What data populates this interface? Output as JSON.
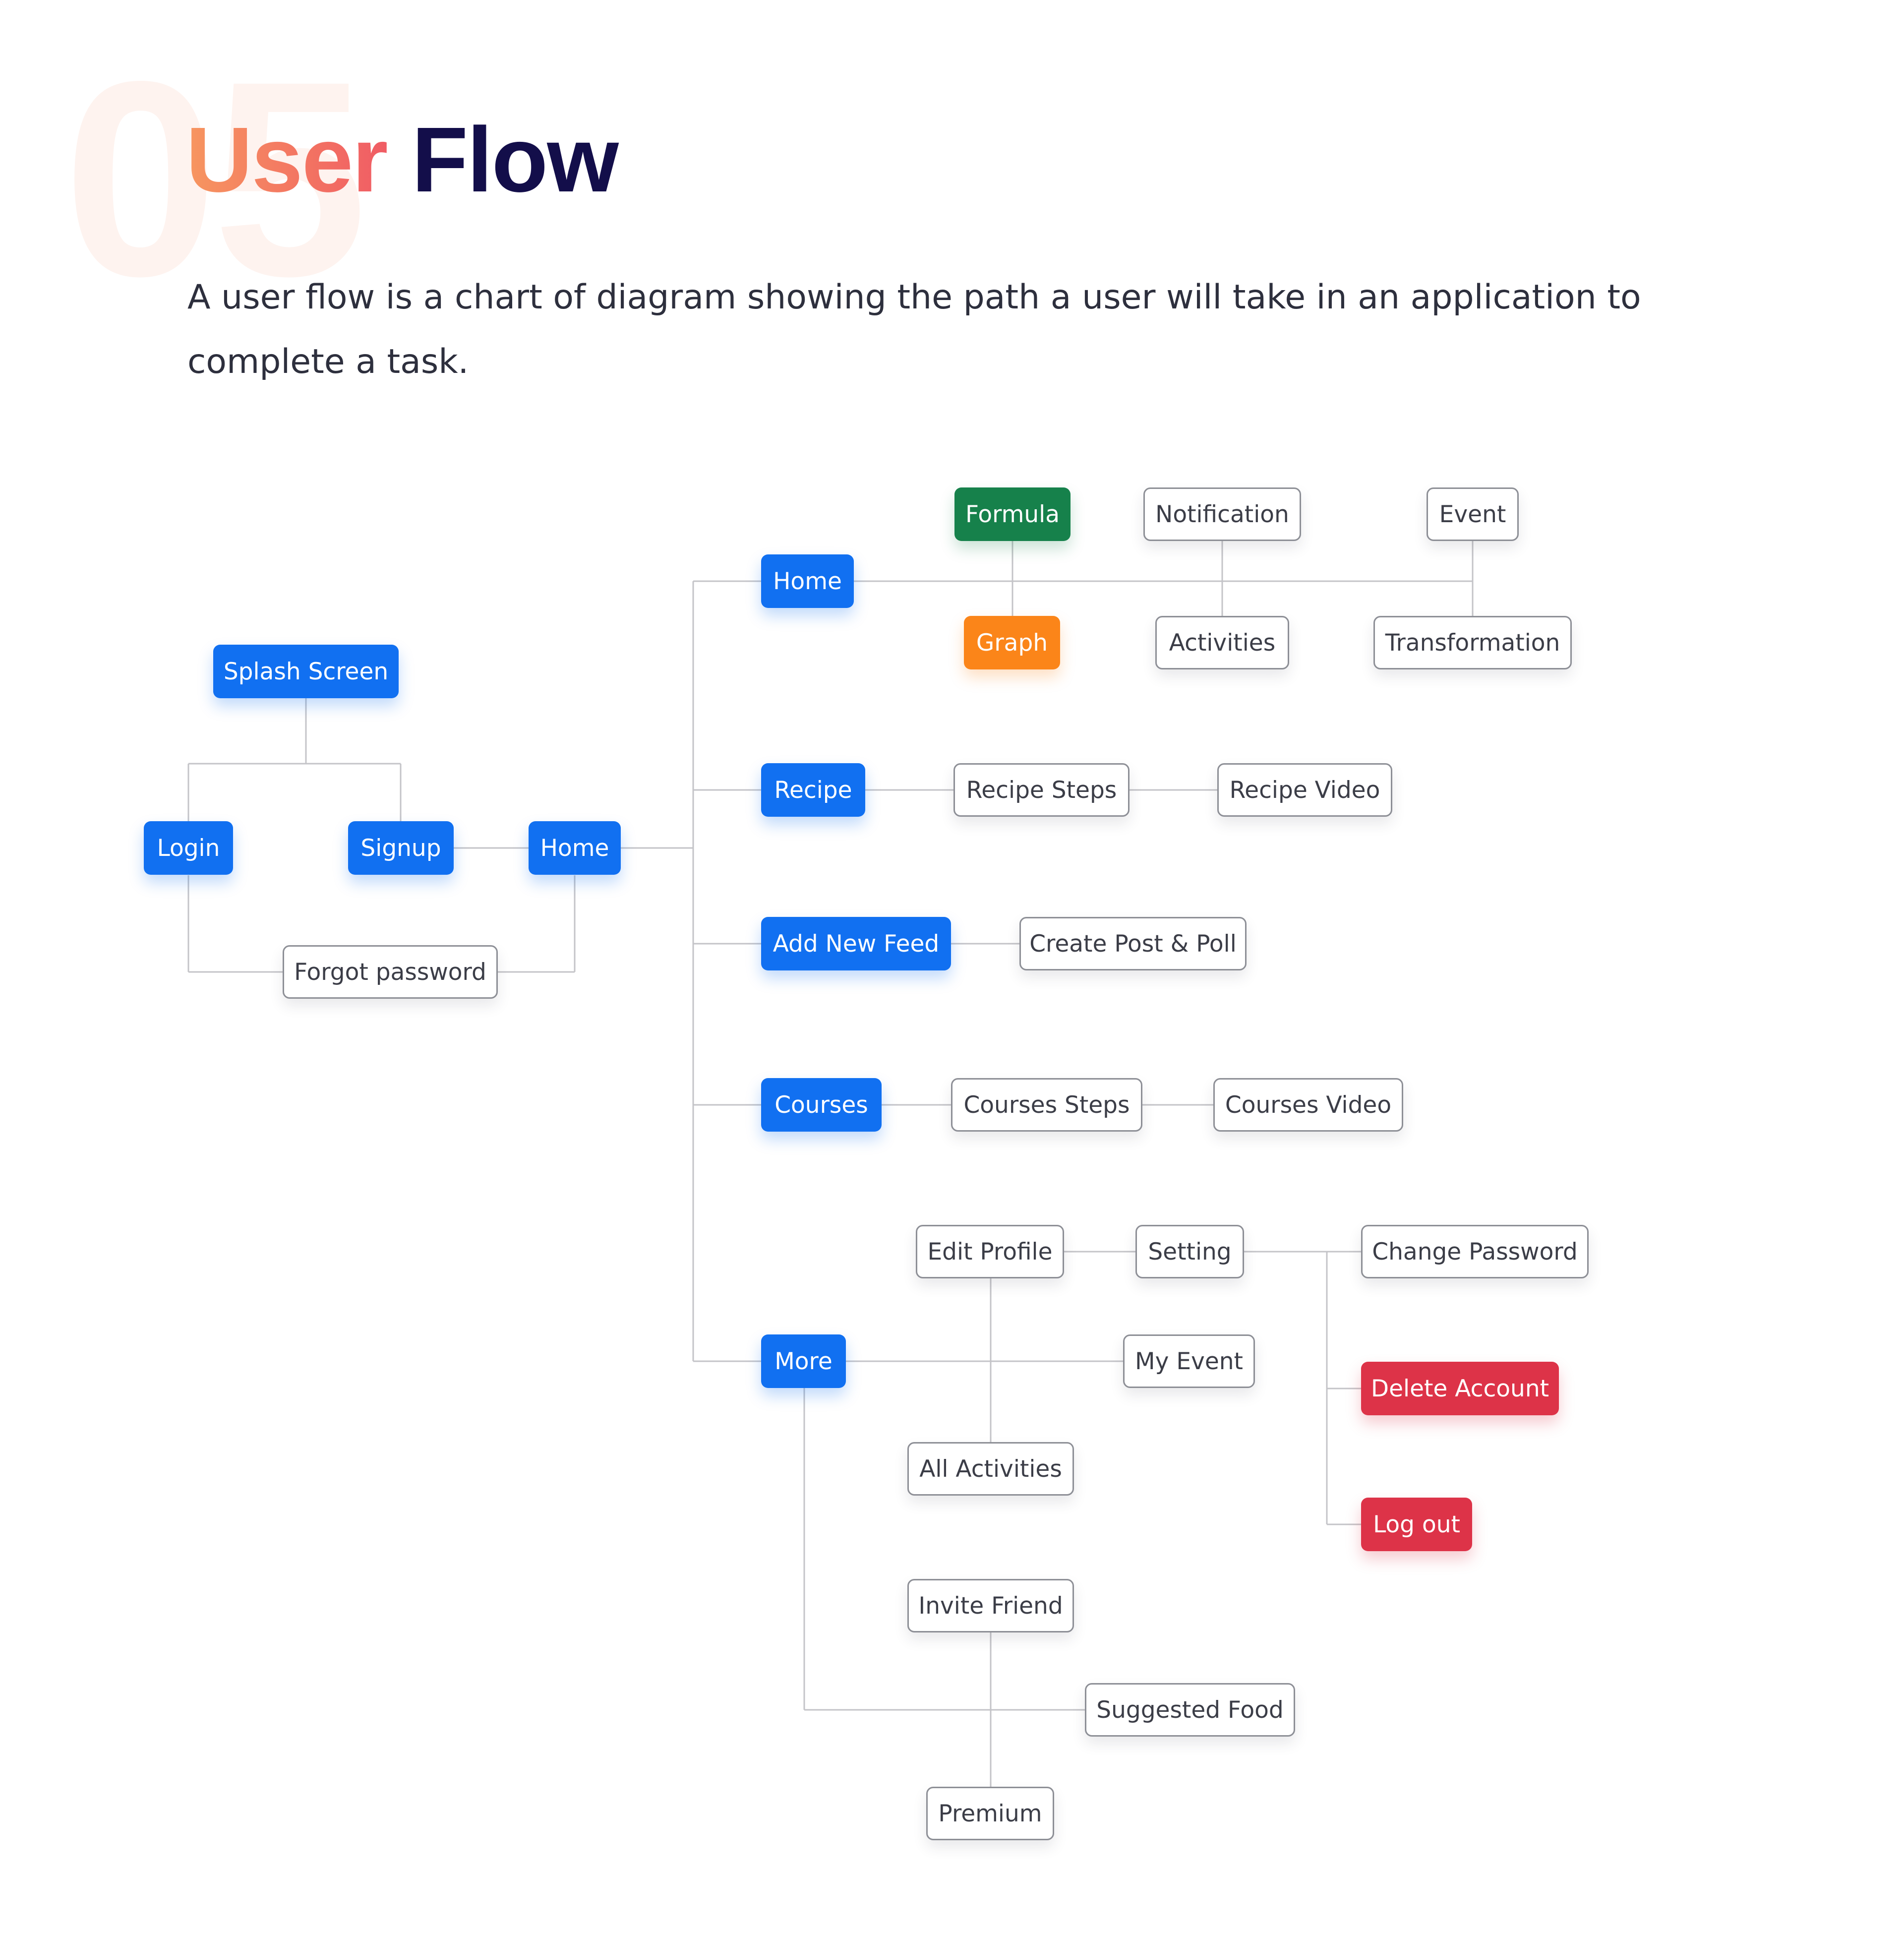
{
  "header": {
    "section_number": "05",
    "title_accent": "User",
    "title_main": "Flow",
    "description": "A user flow is a chart of diagram showing the path a user will take in an application to complete a task."
  },
  "colors": {
    "primary": "#1170f1",
    "success": "#16814b",
    "warning": "#fb8519",
    "danger": "#dd3348",
    "connector": "#c4c4c8",
    "title_gradient_start": "#f79660",
    "title_gradient_end": "#f05c64",
    "title_dark": "#130e4a"
  },
  "nodes": {
    "splash_screen": "Splash Screen",
    "login": "Login",
    "signup": "Signup",
    "home_auth": "Home",
    "forgot_password": "Forgot password",
    "home": "Home",
    "formula": "Formula",
    "graph": "Graph",
    "notification": "Notification",
    "activities": "Activities",
    "event": "Event",
    "transformation": "Transformation",
    "recipe": "Recipe",
    "recipe_steps": "Recipe Steps",
    "recipe_video": "Recipe Video",
    "add_new_feed": "Add New Feed",
    "create_post_poll": "Create Post & Poll",
    "courses": "Courses",
    "courses_steps": "Courses Steps",
    "courses_video": "Courses Video",
    "more": "More",
    "edit_profile": "Edit Profile",
    "setting": "Setting",
    "change_password": "Change Password",
    "my_event": "My Event",
    "delete_account": "Delete Account",
    "all_activities": "All Activities",
    "log_out": "Log out",
    "invite_friend": "Invite Friend",
    "suggested_food": "Suggested Food",
    "premium": "Premium"
  }
}
